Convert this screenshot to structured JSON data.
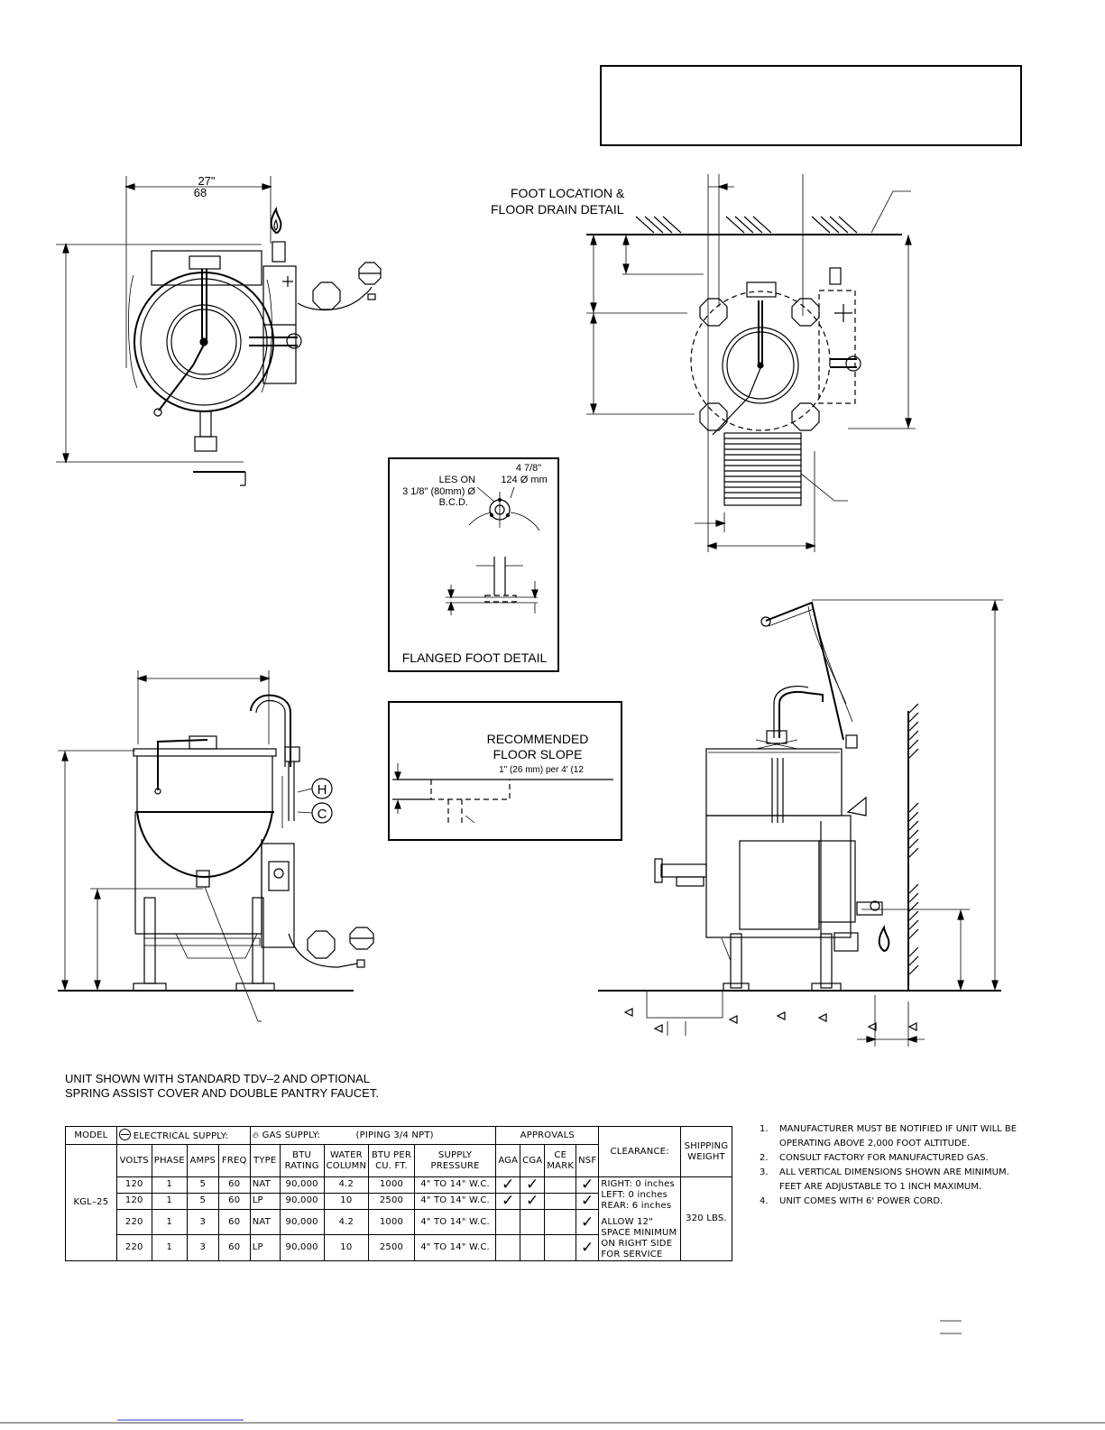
{
  "top_view": {
    "width_in": "27\"",
    "width_mm": "68"
  },
  "foot_detail": {
    "title_line1": "FOOT LOCATION &",
    "title_line2": "FLOOR DRAIN DETAIL"
  },
  "flanged_foot": {
    "dim_in": "4 7/8\"",
    "dim_mm": "124 Ø mm",
    "holes_label": "LES ON",
    "bcd_line1": "3 1/8\" (80mm) Ø",
    "bcd_line2": "B.C.D.",
    "title": "FLANGED FOOT DETAIL"
  },
  "floor_slope": {
    "title_line1": "RECOMMENDED",
    "title_line2": "FLOOR SLOPE",
    "spec": "1\" (26 mm) per 4' (12"
  },
  "side_view": {
    "hot_label": "H",
    "cold_label": "C"
  },
  "caption": {
    "line1": "UNIT SHOWN WITH STANDARD TDV–2 AND OPTIONAL",
    "line2": "SPRING ASSIST COVER AND DOUBLE PANTRY FAUCET."
  },
  "table": {
    "model_header": "MODEL",
    "electrical_header": "ELECTRICAL SUPPLY:",
    "gas_header": "GAS SUPPLY:",
    "piping_header": "(PIPING 3/4 NPT)",
    "approvals_header": "APPROVALS",
    "clearance_header": "CLEARANCE:",
    "shipping_header": "SHIPPING WEIGHT",
    "col_volts": "VOLTS",
    "col_phase": "PHASE",
    "col_amps": "AMPS",
    "col_freq": "FREQ",
    "col_type": "TYPE",
    "col_btu": "BTU RATING",
    "col_water": "WATER COLUMN",
    "col_btu_cu": "BTU PER CU. FT.",
    "col_supply": "SUPPLY PRESSURE",
    "col_aga": "AGA",
    "col_cga": "CGA",
    "col_ce": "CE MARK",
    "col_nsf": "NSF",
    "model": "KGL–25",
    "rows": [
      {
        "volts": "120",
        "phase": "1",
        "amps": "5",
        "freq": "60",
        "type": "NAT",
        "btu": "90,000",
        "water": "4.2",
        "btu_cu": "1000",
        "pressure": "4\" TO 14\" W.C."
      },
      {
        "volts": "120",
        "phase": "1",
        "amps": "5",
        "freq": "60",
        "type": "LP",
        "btu": "90,000",
        "water": "10",
        "btu_cu": "2500",
        "pressure": "4\" TO 14\" W.C."
      },
      {
        "volts": "220",
        "phase": "1",
        "amps": "3",
        "freq": "60",
        "type": "NAT",
        "btu": "90,000",
        "water": "4.2",
        "btu_cu": "1000",
        "pressure": "4\" TO 14\" W.C."
      },
      {
        "volts": "220",
        "phase": "1",
        "amps": "3",
        "freq": "60",
        "type": "LP",
        "btu": "90,000",
        "water": "10",
        "btu_cu": "2500",
        "pressure": "4\" TO 14\" W.C."
      }
    ],
    "approval_marks": [
      {
        "aga": "✓",
        "cga": "✓",
        "ce": "",
        "nsf": "✓"
      },
      {
        "aga": "✓",
        "cga": "✓",
        "ce": "",
        "nsf": "✓"
      },
      {
        "aga": "",
        "cga": "",
        "ce": "",
        "nsf": "✓"
      },
      {
        "aga": "",
        "cga": "",
        "ce": "",
        "nsf": "✓"
      }
    ],
    "clearance_lines": [
      "RIGHT: 0 inches",
      "LEFT: 0 inches",
      "REAR: 6 inches",
      "",
      "ALLOW 12\"",
      "SPACE MINIMUM",
      "ON RIGHT SIDE",
      "FOR SERVICE"
    ],
    "shipping_weight": "320 LBS."
  },
  "notes": [
    {
      "num": "1.",
      "text": "MANUFACTURER MUST BE NOTIFIED IF UNIT WILL BE OPERATING ABOVE 2,000 FOOT ALTITUDE."
    },
    {
      "num": "2.",
      "text": "CONSULT FACTORY FOR MANUFACTURED GAS."
    },
    {
      "num": "3.",
      "text": "ALL VERTICAL DIMENSIONS SHOWN ARE MINIMUM. FEET ARE ADJUSTABLE TO 1 INCH MAXIMUM."
    },
    {
      "num": "4.",
      "text": "UNIT COMES WITH 6' POWER CORD."
    }
  ]
}
